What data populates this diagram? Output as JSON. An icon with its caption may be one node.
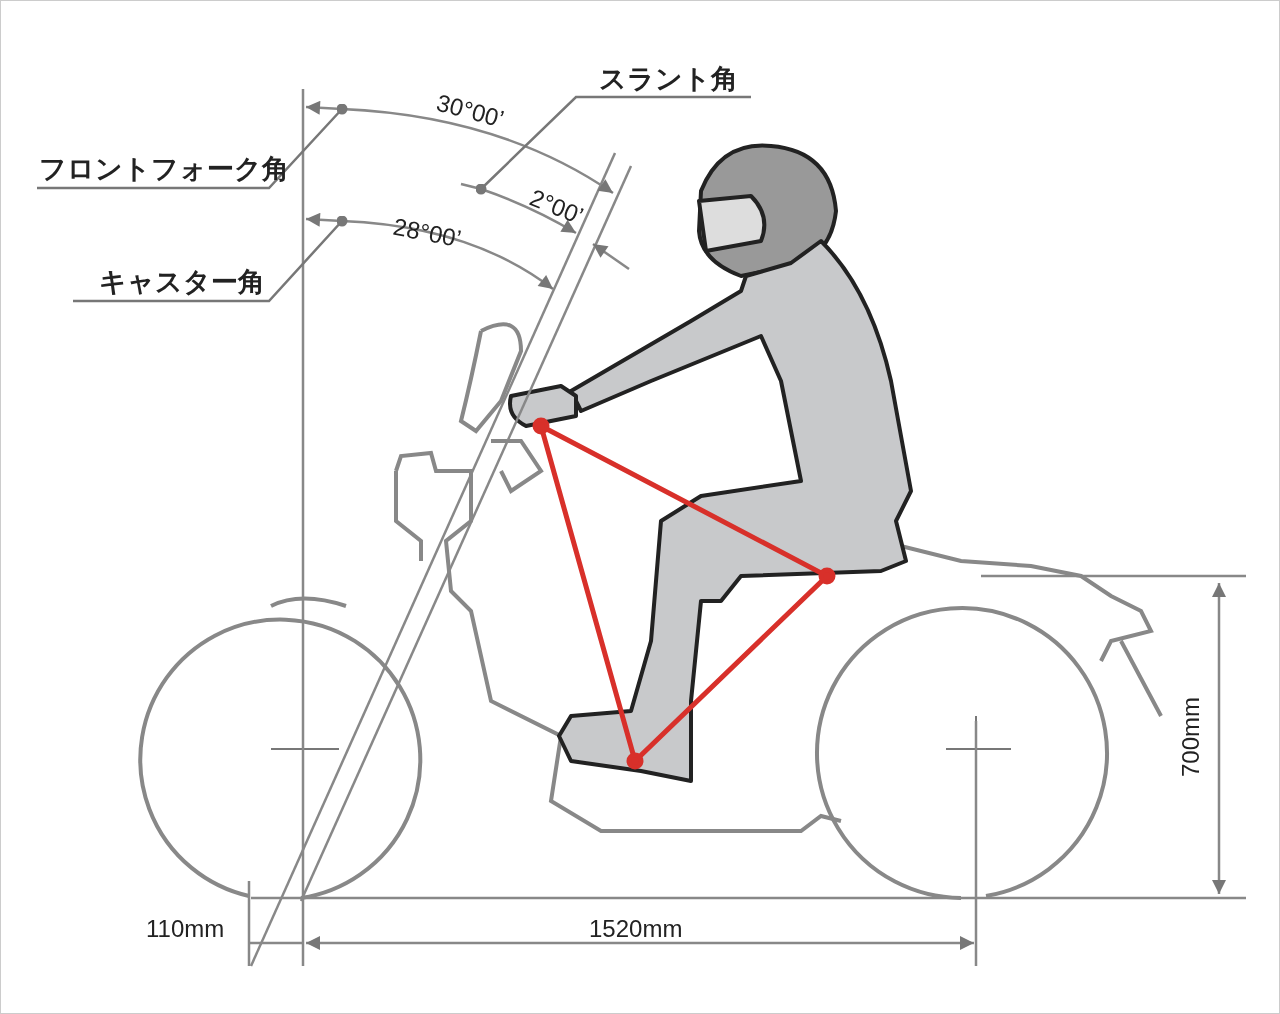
{
  "diagram": {
    "nodes": [
      {
        "text": [
          "スラント角"
        ]
      },
      {
        "text": [
          "フロントフォーク角"
        ]
      },
      {
        "text": [
          "キャスター角"
        ]
      }
    ],
    "edges": [
      {
        "from": 0,
        "to": null,
        "arrow": "other"
      },
      {
        "from": 1,
        "to": null,
        "arrow": "other"
      },
      {
        "from": 2,
        "to": null,
        "arrow": "other"
      }
    ],
    "labels": [
      "30°00’",
      "2°00’",
      "28°00’",
      "700mm",
      "110mm",
      "1520mm"
    ]
  }
}
